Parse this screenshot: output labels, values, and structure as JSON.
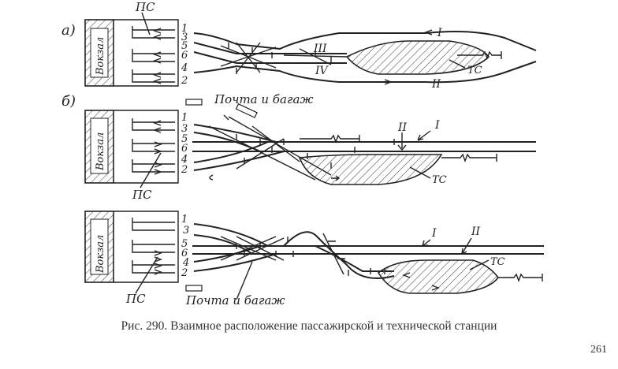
{
  "colors": {
    "ink": "#222222",
    "hatch": "#555555",
    "paper": "#ffffff"
  },
  "variants": [
    {
      "letter": "а)",
      "building": "Вокзал",
      "ps": "ПС",
      "tracks": [
        "1",
        "3",
        "5",
        "6",
        "4",
        "2"
      ],
      "mains": [
        "I",
        "II",
        "III",
        "IV"
      ],
      "ts": "ТС",
      "mail": ""
    },
    {
      "letter": "б)",
      "building": "Вокзал",
      "ps": "ПС",
      "tracks": [
        "1",
        "3",
        "5",
        "6",
        "4",
        "2"
      ],
      "mains": [
        "II",
        "I"
      ],
      "ts": "ТС",
      "mail": "Почта и багаж"
    },
    {
      "letter": "",
      "building": "Вокзал",
      "ps": "ПС",
      "tracks": [
        "1",
        "3",
        "5",
        "6",
        "4",
        "2"
      ],
      "mains": [
        "I",
        "II"
      ],
      "ts": "ТС",
      "mail": "Почта и багаж"
    }
  ],
  "caption": "Рис. 290. Взаимное расположение пассажирской и технической станции",
  "page_number": "261"
}
